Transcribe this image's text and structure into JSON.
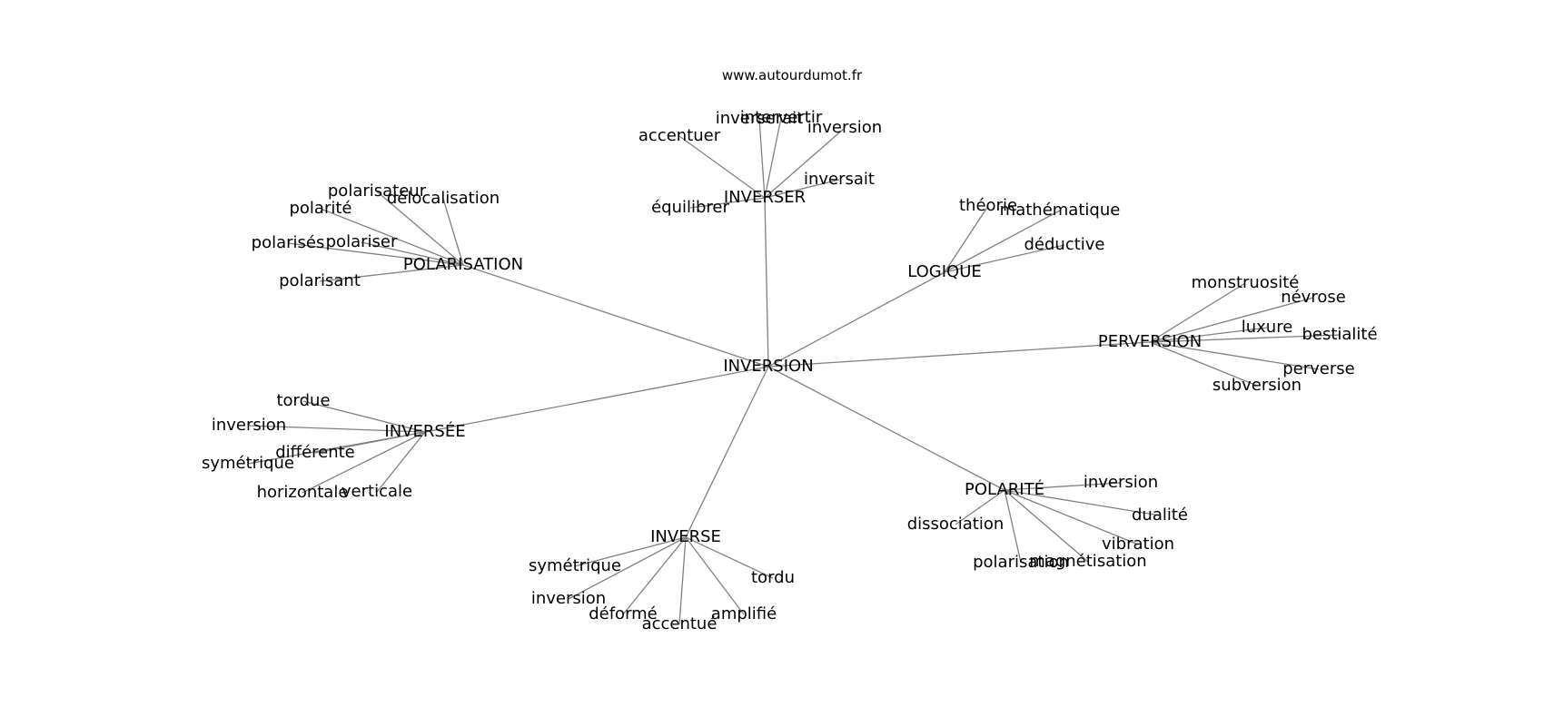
{
  "watermark": "www.autourdumot.fr",
  "colors": {
    "edge": "#808080",
    "text": "#000000",
    "background": "#ffffff"
  },
  "graph": {
    "root": "INVERSION",
    "clusters": [
      {
        "hub": "INVERSER",
        "leaves": [
          "inverserait",
          "intervertir",
          "accentuer",
          "inversion",
          "inversait",
          "équilibrer"
        ]
      },
      {
        "hub": "POLARISATION",
        "leaves": [
          "polarisateur",
          "délocalisation",
          "polarité",
          "polarisés",
          "polariser",
          "polarisant"
        ]
      },
      {
        "hub": "LOGIQUE",
        "leaves": [
          "théorie",
          "mathématique",
          "déductive"
        ]
      },
      {
        "hub": "PERVERSION",
        "leaves": [
          "monstruosité",
          "névrose",
          "luxure",
          "bestialité",
          "perverse",
          "subversion"
        ]
      },
      {
        "hub": "INVERSÉE",
        "leaves": [
          "tordue",
          "inversion",
          "différente",
          "symétrique",
          "horizontale",
          "verticale"
        ]
      },
      {
        "hub": "POLARITÉ",
        "leaves": [
          "inversion",
          "dualité",
          "dissociation",
          "vibration",
          "polarisation",
          "magnétisation"
        ]
      },
      {
        "hub": "INVERSE",
        "leaves": [
          "symétrique",
          "tordu",
          "inversion",
          "déformé",
          "amplifié",
          "accentué"
        ]
      }
    ]
  }
}
